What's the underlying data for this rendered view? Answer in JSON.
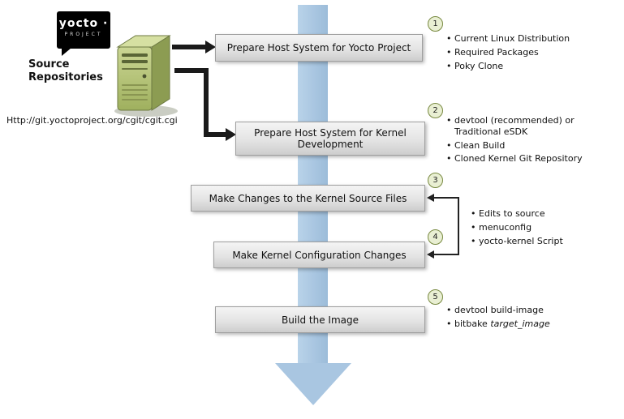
{
  "logo": {
    "brand": "yocto ·",
    "project": "PROJECT"
  },
  "source": {
    "label": "Source Repositories",
    "url": "Http://git.yoctoproject.org/cgit/cgit.cgi"
  },
  "steps": [
    {
      "num": "1",
      "label": "Prepare Host System for Yocto Project",
      "bullets": [
        "Current Linux Distribution",
        "Required Packages",
        "Poky Clone"
      ]
    },
    {
      "num": "2",
      "label": "Prepare Host System for Kernel Development",
      "bullets": [
        "devtool (recommended) or Traditional eSDK",
        "Clean Build",
        "Cloned Kernel Git Repository"
      ]
    },
    {
      "num": "3",
      "label": "Make Changes to the Kernel Source Files",
      "bullets": []
    },
    {
      "num": "4",
      "label": "Make Kernel Configuration Changes",
      "bullets": []
    },
    {
      "num": "5",
      "label": "Build the Image",
      "bullets": [
        "devtool build-image",
        {
          "pre": "bitbake ",
          "italic": "target_image"
        }
      ]
    }
  ],
  "shared_bullets_steps_3_4": [
    "Edits to source",
    "menuconfig",
    "yocto-kernel Script"
  ],
  "colors": {
    "flow_arrow_blue": "#a9c6e1",
    "server_green": "#aab765",
    "circle_fill": "#e9efd3",
    "circle_border": "#77883f",
    "box_fill": "#e4e4e4",
    "line_black": "#1a1a1a"
  }
}
